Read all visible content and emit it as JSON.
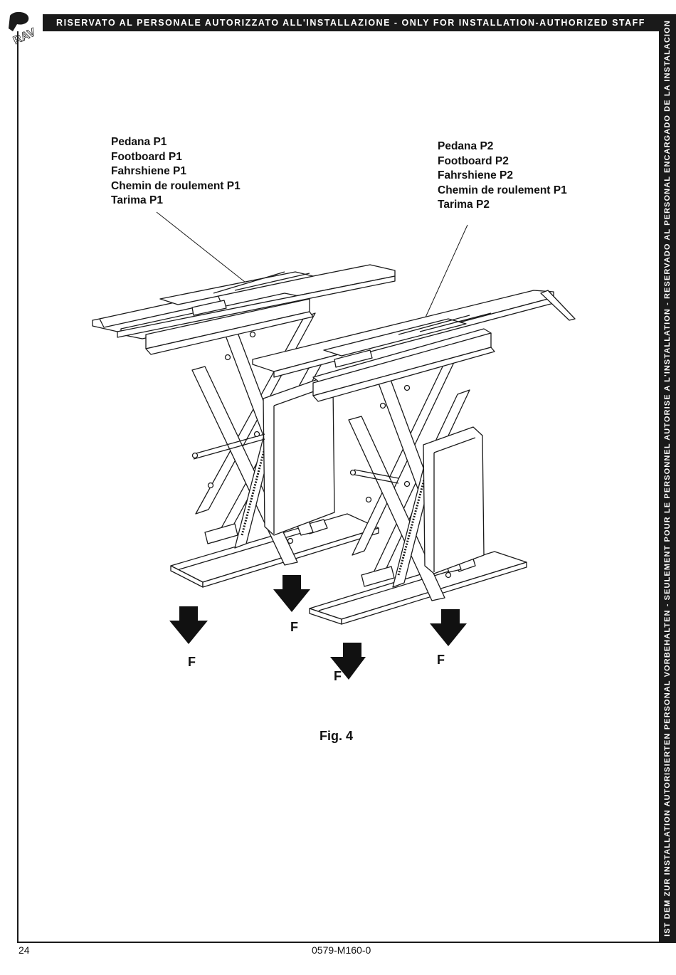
{
  "header": {
    "text": "RISERVATO AL PERSONALE AUTORIZZATO ALL'INSTALLAZIONE - ONLY FOR INSTALLATION-AUTHORIZED STAFF"
  },
  "side": {
    "text": "IST DEM ZUR INSTALLATION AUTORISIERTEN PERSONAL VORBEHALTEN - SEULEMENT POUR LE PERSONNEL AUTORISE A L'INSTALLATION - RESERVADO AL PERSONAL ENCARGADO DE LA INSTALACION"
  },
  "logo": {
    "icon": "company-logo",
    "text": "RAV"
  },
  "footboard_p1": {
    "lines": [
      "Pedana P1",
      "Footboard P1",
      "Fahrshiene P1",
      "Chemin de roulement P1",
      "Tarima P1"
    ]
  },
  "footboard_p2": {
    "lines": [
      "Pedana P2",
      "Footboard P2",
      "Fahrshiene P2",
      "Chemin de roulement P1",
      "Tarima P2"
    ]
  },
  "force_label": "F",
  "figure_caption": "Fig. 4",
  "footer": {
    "page": "24",
    "code": "0579-M160-0"
  }
}
